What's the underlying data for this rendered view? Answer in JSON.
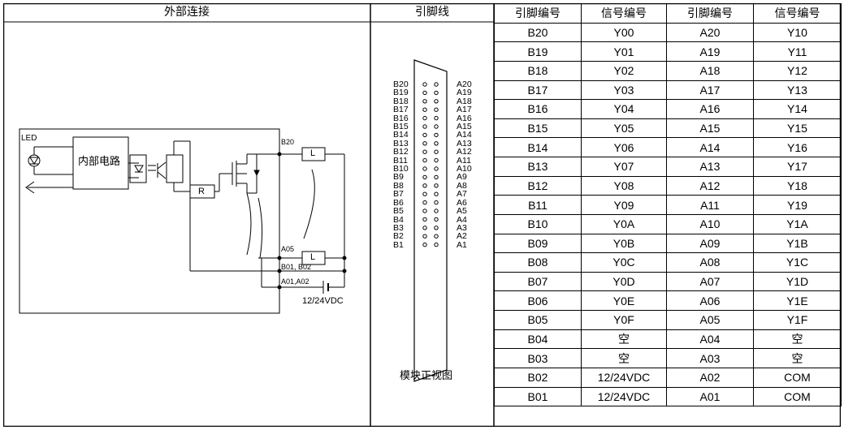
{
  "headers": {
    "external": "外部连接",
    "pin_line": "引脚线",
    "pin_no_1": "引脚编号",
    "signal_no_1": "信号编号",
    "pin_no_2": "引脚编号",
    "signal_no_2": "信号编号"
  },
  "circuit": {
    "led": "LED",
    "internal": "内部电路",
    "resistor": "R",
    "load": "L",
    "b20": "B20",
    "a05": "A05",
    "b01b02": "B01, B02",
    "a01a02": "A01,A02",
    "supply": "12/24VDC"
  },
  "connector": {
    "left_pins": [
      "B20",
      "B19",
      "B18",
      "B17",
      "B16",
      "B15",
      "B14",
      "B13",
      "B12",
      "B11",
      "B10",
      "B9",
      "B8",
      "B7",
      "B6",
      "B5",
      "B4",
      "B3",
      "B2",
      "B1"
    ],
    "right_pins": [
      "A20",
      "A19",
      "A18",
      "A17",
      "A16",
      "A15",
      "A14",
      "A13",
      "A12",
      "A11",
      "A10",
      "A9",
      "A8",
      "A7",
      "A6",
      "A5",
      "A4",
      "A3",
      "A2",
      "A1"
    ],
    "caption": "模块正视图"
  },
  "table_rows": [
    [
      "B20",
      "Y00",
      "A20",
      "Y10"
    ],
    [
      "B19",
      "Y01",
      "A19",
      "Y11"
    ],
    [
      "B18",
      "Y02",
      "A18",
      "Y12"
    ],
    [
      "B17",
      "Y03",
      "A17",
      "Y13"
    ],
    [
      "B16",
      "Y04",
      "A16",
      "Y14"
    ],
    [
      "B15",
      "Y05",
      "A15",
      "Y15"
    ],
    [
      "B14",
      "Y06",
      "A14",
      "Y16"
    ],
    [
      "B13",
      "Y07",
      "A13",
      "Y17"
    ],
    [
      "B12",
      "Y08",
      "A12",
      "Y18"
    ],
    [
      "B11",
      "Y09",
      "A11",
      "Y19"
    ],
    [
      "B10",
      "Y0A",
      "A10",
      "Y1A"
    ],
    [
      "B09",
      "Y0B",
      "A09",
      "Y1B"
    ],
    [
      "B08",
      "Y0C",
      "A08",
      "Y1C"
    ],
    [
      "B07",
      "Y0D",
      "A07",
      "Y1D"
    ],
    [
      "B06",
      "Y0E",
      "A06",
      "Y1E"
    ],
    [
      "B05",
      "Y0F",
      "A05",
      "Y1F"
    ],
    [
      "B04",
      "空",
      "A04",
      "空"
    ],
    [
      "B03",
      "空",
      "A03",
      "空"
    ],
    [
      "B02",
      "12/24VDC",
      "A02",
      "COM"
    ],
    [
      "B01",
      "12/24VDC",
      "A01",
      "COM"
    ]
  ]
}
